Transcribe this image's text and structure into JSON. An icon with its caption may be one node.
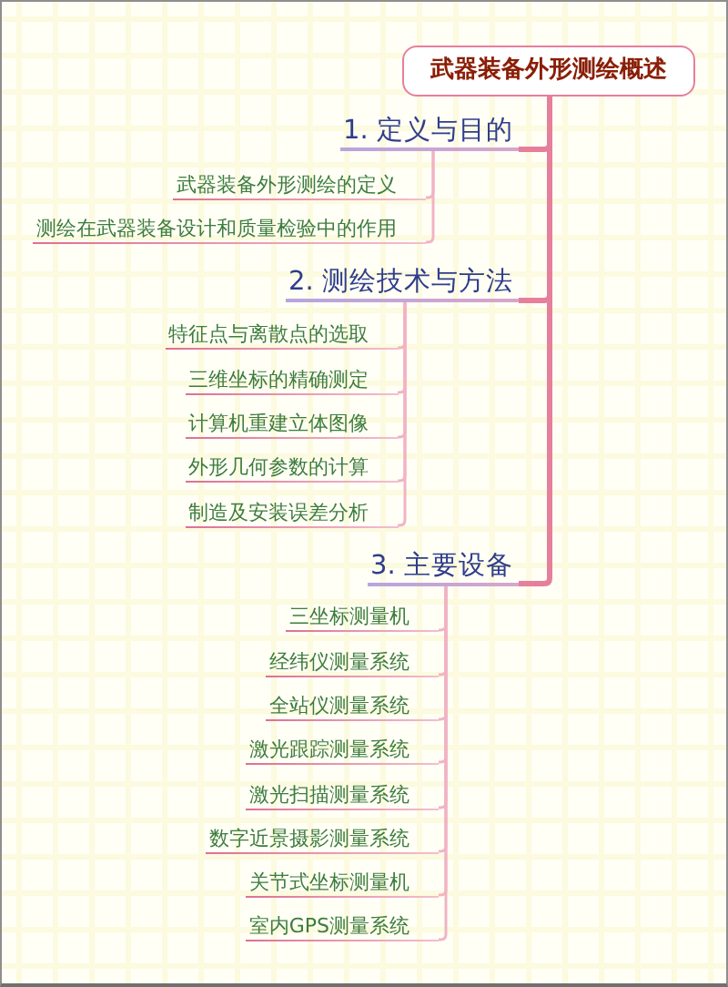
{
  "diagram": {
    "nodes": [
      {
        "text": [
          "武器装备外形测绘概述"
        ]
      },
      {
        "text": [
          "1. 定义与目的"
        ]
      },
      {
        "text": [
          "武器装备外形测绘的定义"
        ]
      },
      {
        "text": [
          "测绘在武器装备设计和质量检验中的作用"
        ]
      },
      {
        "text": [
          "2. 测绘技术与方法"
        ]
      },
      {
        "text": [
          "特征点与离散点的选取"
        ]
      },
      {
        "text": [
          "三维坐标的精确测定"
        ]
      },
      {
        "text": [
          "计算机重建立体图像"
        ]
      },
      {
        "text": [
          "外形几何参数的计算"
        ]
      },
      {
        "text": [
          "制造及安装误差分析"
        ]
      },
      {
        "text": [
          "3. 主要设备"
        ]
      },
      {
        "text": [
          "三坐标测量机"
        ]
      },
      {
        "text": [
          "经纬仪测量系统"
        ]
      },
      {
        "text": [
          "全站仪测量系统"
        ]
      },
      {
        "text": [
          "激光跟踪测量系统"
        ]
      },
      {
        "text": [
          "激光扫描测量系统"
        ]
      },
      {
        "text": [
          "数字近景摄影测量系统"
        ]
      },
      {
        "text": [
          "关节式坐标测量机"
        ]
      },
      {
        "text": [
          "室内GPS测量系统"
        ]
      }
    ],
    "edges": [
      {
        "from": 0,
        "to": 1,
        "arrow": "none",
        "style": "thick",
        "color": "#e67f9b"
      },
      {
        "from": 1,
        "to": 2,
        "arrow": "none"
      },
      {
        "from": 1,
        "to": 3,
        "arrow": "none"
      },
      {
        "from": 0,
        "to": 4,
        "arrow": "none",
        "style": "thick",
        "color": "#e67f9b"
      },
      {
        "from": 4,
        "to": 5,
        "arrow": "none"
      },
      {
        "from": 4,
        "to": 6,
        "arrow": "none"
      },
      {
        "from": 4,
        "to": 7,
        "arrow": "none"
      },
      {
        "from": 4,
        "to": 8,
        "arrow": "none"
      },
      {
        "from": 4,
        "to": 9,
        "arrow": "none"
      },
      {
        "from": 0,
        "to": 10,
        "arrow": "none",
        "style": "thick",
        "color": "#e67f9b"
      },
      {
        "from": 10,
        "to": 11,
        "arrow": "none"
      },
      {
        "from": 10,
        "to": 12,
        "arrow": "none"
      },
      {
        "from": 10,
        "to": 13,
        "arrow": "none"
      },
      {
        "from": 10,
        "to": 14,
        "arrow": "none"
      },
      {
        "from": 10,
        "to": 15,
        "arrow": "none"
      },
      {
        "from": 10,
        "to": 16,
        "arrow": "none"
      },
      {
        "from": 10,
        "to": 17,
        "arrow": "none"
      },
      {
        "from": 10,
        "to": 18,
        "arrow": "none"
      }
    ]
  }
}
